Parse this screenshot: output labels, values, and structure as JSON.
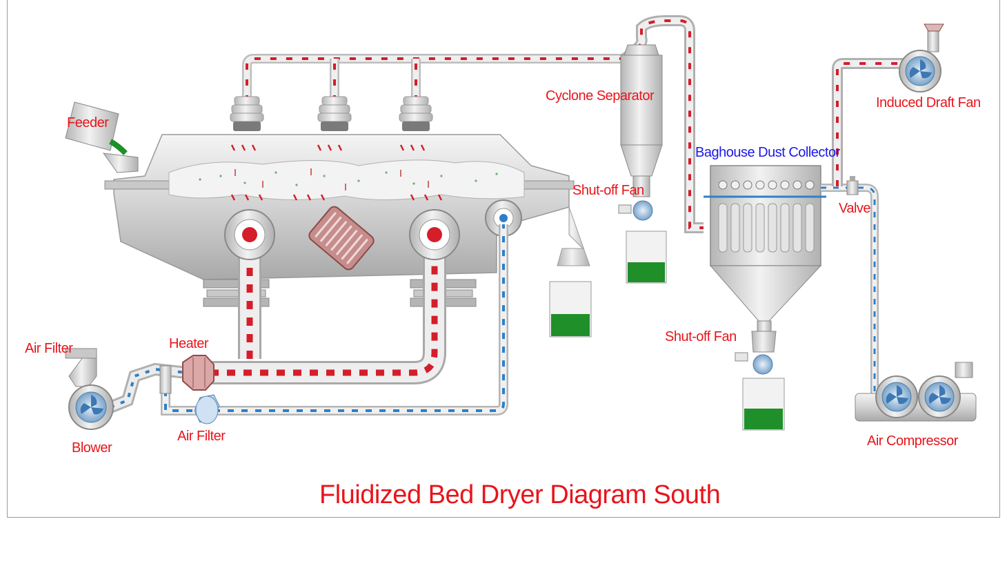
{
  "diagram": {
    "title": "Fluidized Bed Dryer Diagram South",
    "labels": {
      "feeder": "Feeder",
      "cyclone_separator": "Cyclone Separator",
      "induced_draft_fan": "Induced Draft Fan",
      "baghouse_dust_collector": "Baghouse Dust Collector",
      "shutoff_fan_top": "Shut-off Fan",
      "valve": "Valve",
      "shutoff_fan_bottom": "Shut-off Fan",
      "air_filter_left": "Air Filter",
      "heater": "Heater",
      "air_filter_bottom": "Air Filter",
      "blower": "Blower",
      "air_compressor": "Air Compressor"
    },
    "colors": {
      "label_red": "#e8141b",
      "label_blue": "#1a1ae8",
      "hot_air": "#d41e2a",
      "cold_air": "#2f7fc8",
      "product_green": "#1f8f2a",
      "metal": "#d9d9d9"
    }
  }
}
